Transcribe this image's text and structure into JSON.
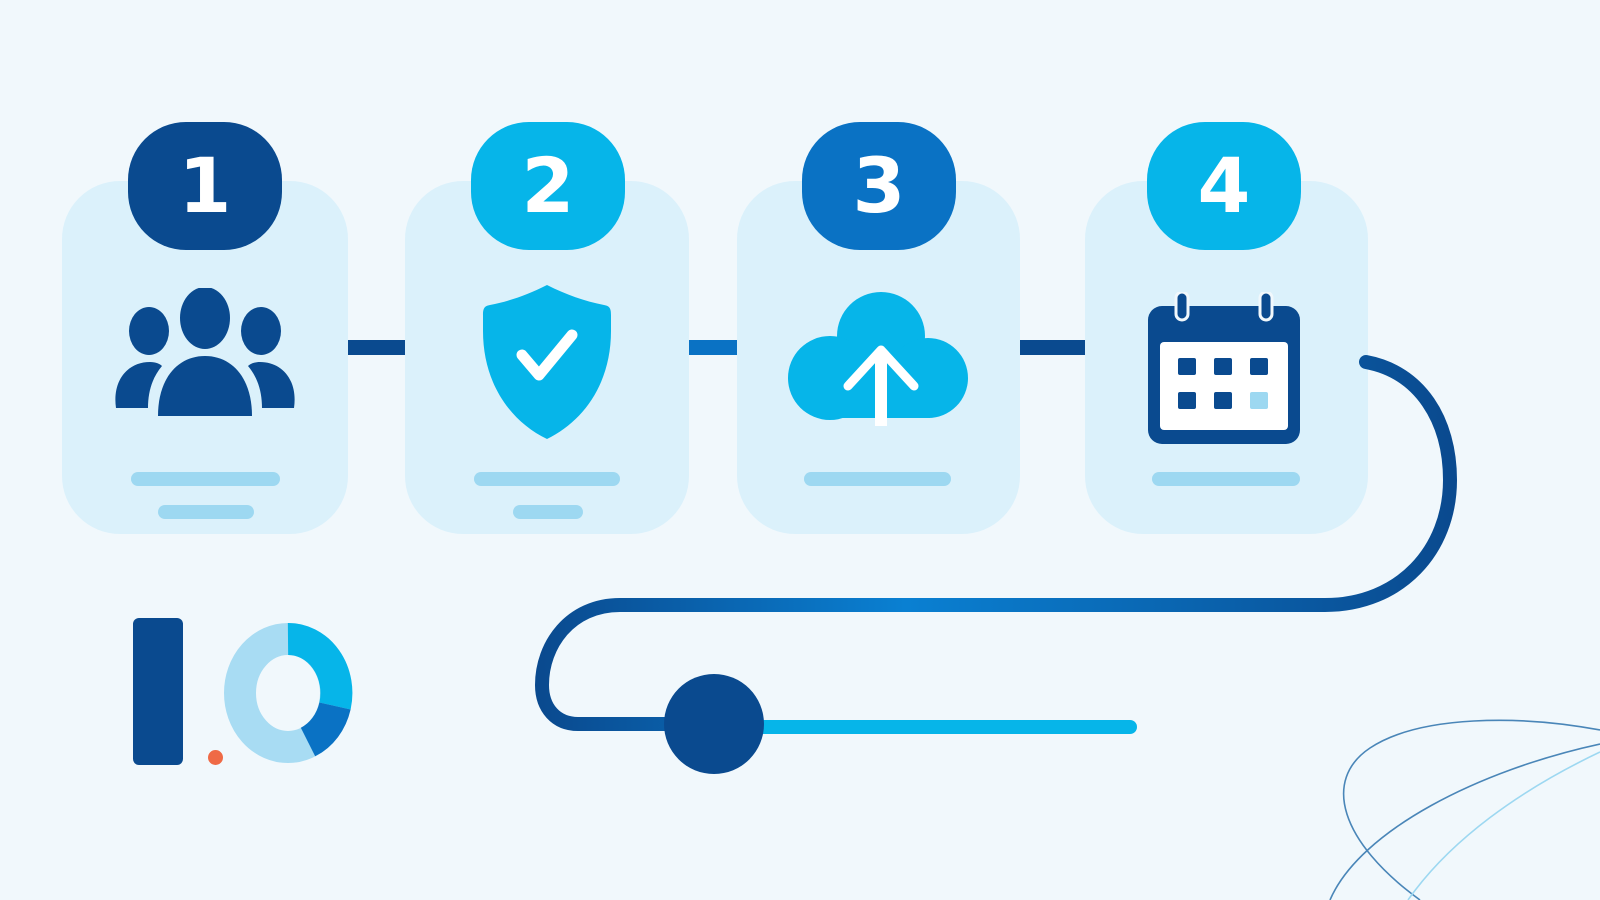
{
  "colors": {
    "background": "#f1f8fc",
    "card": "#dbf1fb",
    "navy": "#0a4a8f",
    "cyan": "#06b5e9",
    "mid_blue": "#0a72c4",
    "light_blue": "#9dd8f1",
    "dot_orange": "#ef6a46"
  },
  "steps": [
    {
      "number": "1",
      "icon": "users-group-icon",
      "badge_color": "#0a4a8f"
    },
    {
      "number": "2",
      "icon": "shield-check-icon",
      "badge_color": "#06b5e9"
    },
    {
      "number": "3",
      "icon": "cloud-upload-icon",
      "badge_color": "#0a72c4"
    },
    {
      "number": "4",
      "icon": "calendar-icon",
      "badge_color": "#06b5e9"
    }
  ],
  "logo": {
    "icon": "donut-chart-icon"
  }
}
